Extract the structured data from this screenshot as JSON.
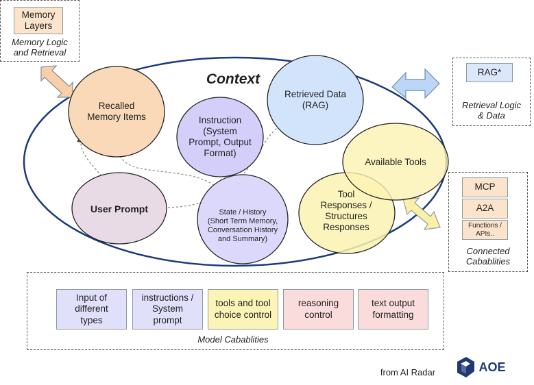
{
  "title": "Context",
  "colors": {
    "context_border": "#1a3a7a",
    "memory": "#fad9b8",
    "instruction": "#d4cffa",
    "retrieved": "#d2e3fc",
    "tools": "#fbf2b2",
    "user_prompt": "#e8dbe6",
    "state": "#dcd8fb",
    "logo": "#1f3a73"
  },
  "context_nodes": {
    "recalled_memory": "Recalled\nMemory Items",
    "instruction": "Instruction\n(System\nPrompt, Output\nFormat)",
    "retrieved_data": "Retrieved Data\n(RAG)",
    "available_tools": "Available Tools",
    "tool_responses": "Tool\nResponses /\nStructures\nResponses",
    "user_prompt": "User Prompt",
    "state_history": "State / History\n(Short Term Memory,\nConversation History\nand Summary)"
  },
  "memory_panel": {
    "box": "Memory\nLayers",
    "caption": "Memory Logic\nand Retrieval"
  },
  "retrieval_panel": {
    "box": "RAG*",
    "caption": "Retrieval Logic\n& Data"
  },
  "connected_panel": {
    "boxes": [
      "MCP",
      "A2A",
      "Functions /\nAPIs.."
    ],
    "caption": "Connected\nCabablities"
  },
  "model_panel": {
    "boxes": [
      "Input of\ndifferent\ntypes",
      "instructions /\nSystem\nprompt",
      "tools and tool\nchoice control",
      "reasoning\ncontrol",
      "text output\nformatting"
    ],
    "caption": "Model Cabablities"
  },
  "footer": {
    "source": "from AI Radar",
    "logo_text": "AOE"
  }
}
